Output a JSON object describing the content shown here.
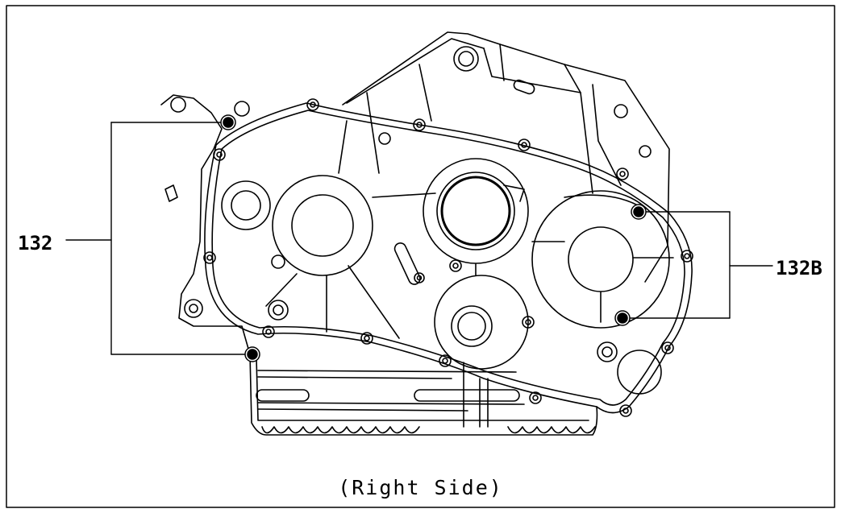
{
  "figure": {
    "caption": "(Right Side)",
    "callouts": {
      "left": "132",
      "right": "132B"
    }
  },
  "colors": {
    "line": "#000000",
    "background": "#ffffff"
  }
}
